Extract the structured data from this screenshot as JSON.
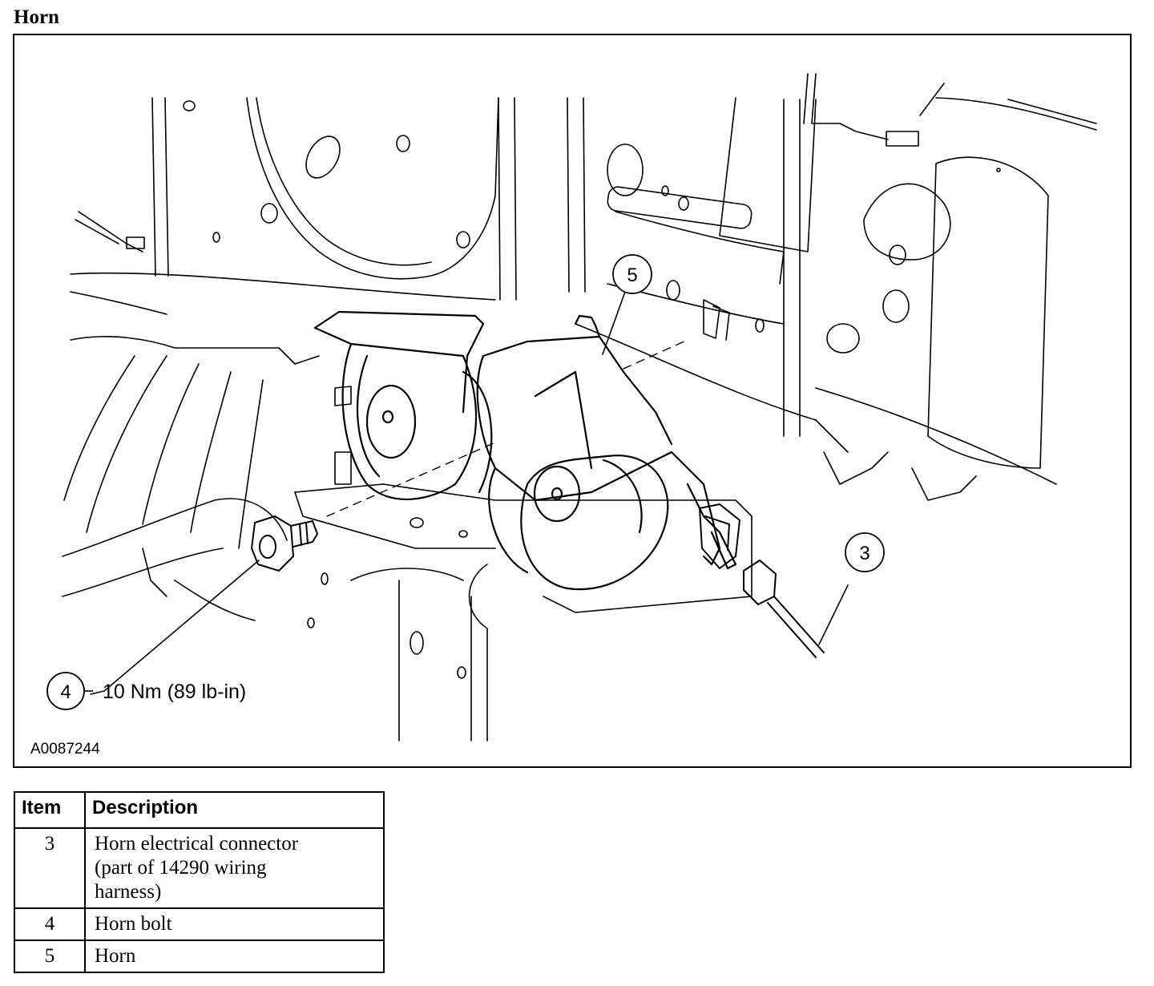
{
  "title": "Horn",
  "figure": {
    "id_label": "A0087244",
    "callouts": [
      {
        "number": "5"
      },
      {
        "number": "3"
      },
      {
        "number": "4",
        "note": "10 Nm (89 lb-in)"
      }
    ]
  },
  "table": {
    "headers": [
      "Item",
      "Description"
    ],
    "rows": [
      {
        "item": "3",
        "description": "Horn electrical connector (part of 14290 wiring harness)"
      },
      {
        "item": "4",
        "description": "Horn bolt"
      },
      {
        "item": "5",
        "description": "Horn"
      }
    ]
  }
}
